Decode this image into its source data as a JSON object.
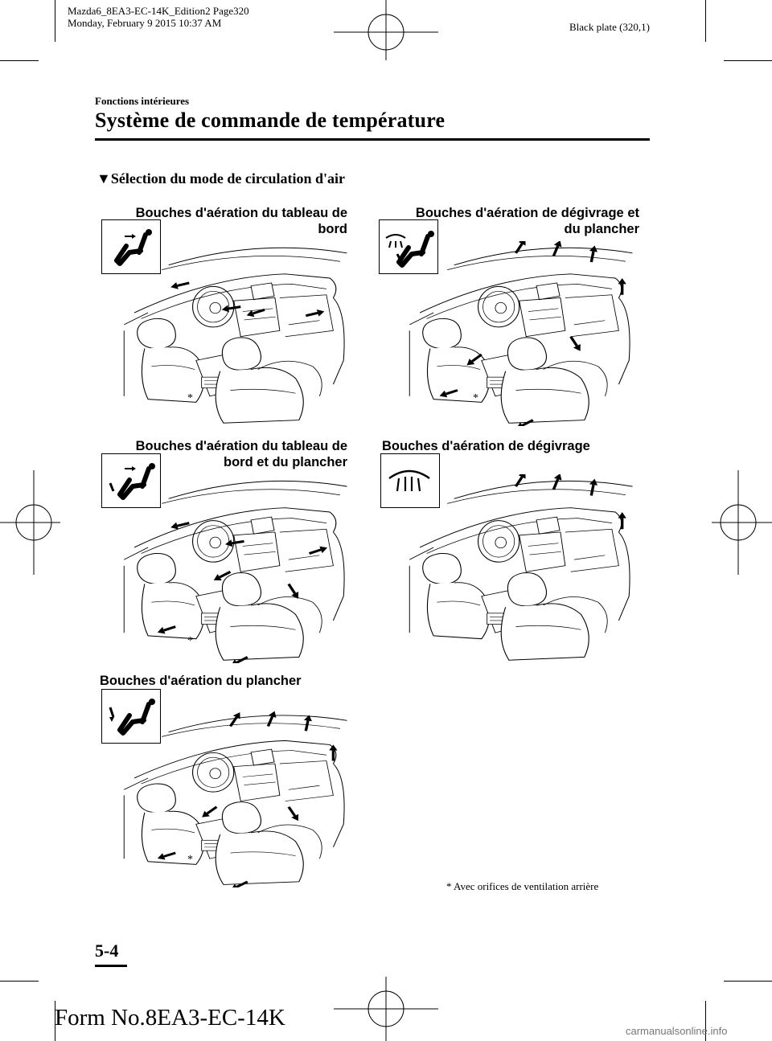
{
  "header": {
    "meta_line1": "Mazda6_8EA3-EC-14K_Edition2 Page320",
    "meta_line2": "Monday, February 9 2015 10:37 AM",
    "plate": "Black plate (320,1)",
    "section": "Fonctions intérieures",
    "title": "Système de commande de température"
  },
  "subsection": {
    "marker": "▼",
    "title": "Sélection du mode de circulation d'air"
  },
  "panels": [
    {
      "label_line1": "Bouches d'aération du tableau de",
      "label_line2": "bord",
      "icon": "face-vent-icon"
    },
    {
      "label_line1": "Bouches d'aération de dégivrage et",
      "label_line2": "du plancher",
      "icon": "defrost-floor-vent-icon"
    },
    {
      "label_line1": "Bouches d'aération du tableau de",
      "label_line2": "bord et du plancher",
      "icon": "face-floor-vent-icon"
    },
    {
      "label_line1": "Bouches d'aération de dégivrage",
      "label_line2": "",
      "icon": "defrost-vent-icon"
    },
    {
      "label_line1": "Bouches d'aération du plancher",
      "label_line2": "",
      "icon": "floor-vent-icon"
    }
  ],
  "asterisk": "*",
  "footnote": "* Avec orifices de ventilation arrière",
  "page_number": "5-4",
  "form_number": "Form No.8EA3-EC-14K",
  "watermark": "carmanualsonline.info"
}
